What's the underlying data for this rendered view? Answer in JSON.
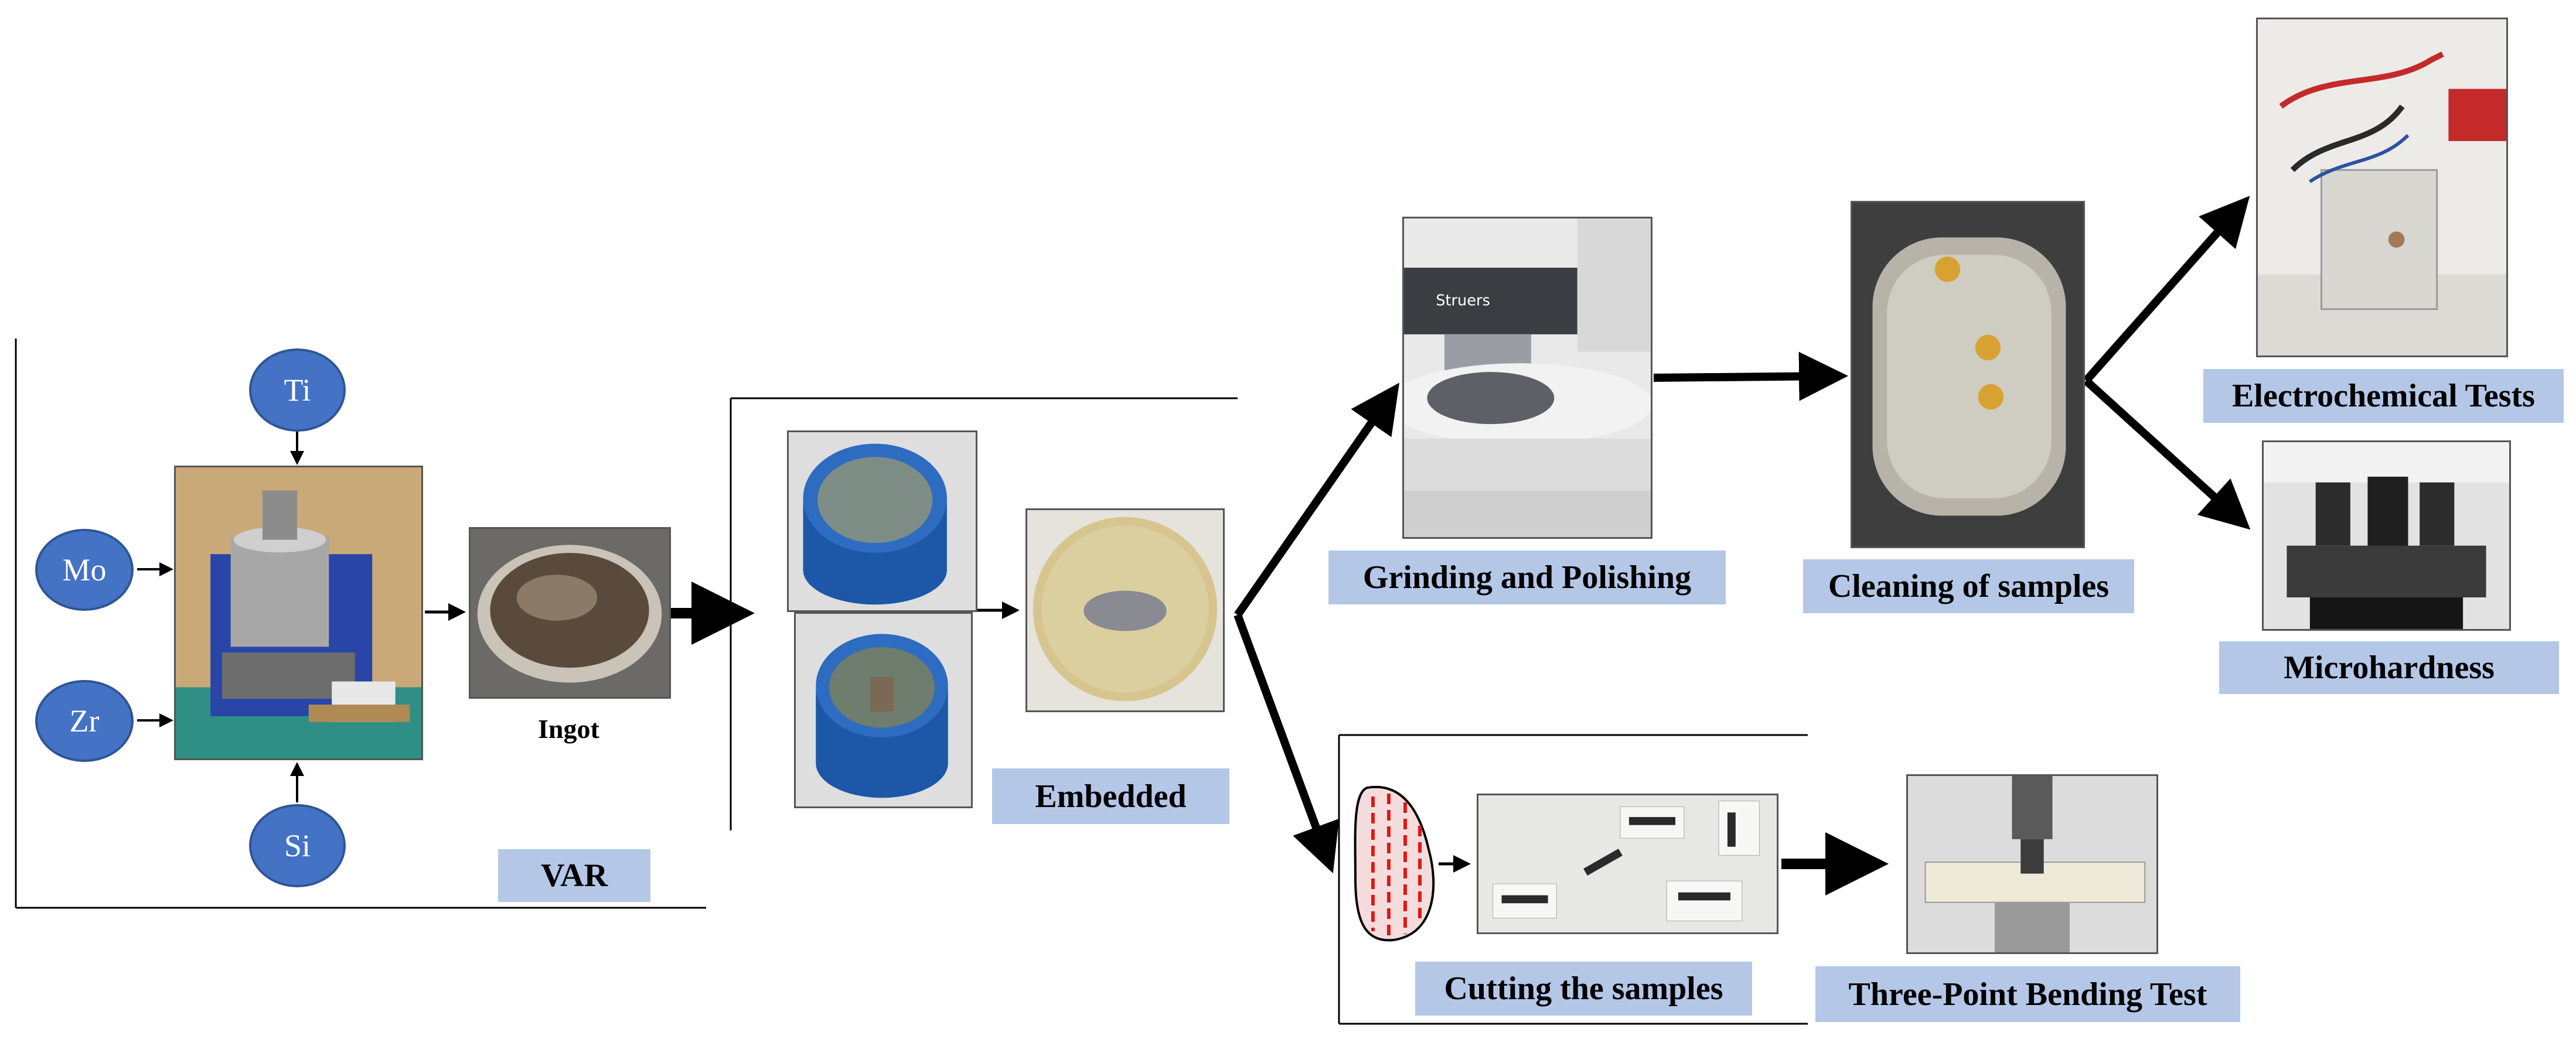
{
  "elements": {
    "ti": "Ti",
    "mo": "Mo",
    "zr": "Zr",
    "si": "Si"
  },
  "labels": {
    "ingot": "Ingot",
    "var": "VAR",
    "embedded": "Embedded",
    "grinding": "Grinding and Polishing",
    "cleaning": "Cleaning of samples",
    "electrochemical": "Electrochemical Tests",
    "microhardness": "Microhardness",
    "cutting": "Cutting the samples",
    "bending": "Three-Point Bending Test"
  },
  "colors": {
    "label_fill": "#b4c7e7",
    "element_circle": "#4472c4",
    "arrow": "#000000"
  }
}
